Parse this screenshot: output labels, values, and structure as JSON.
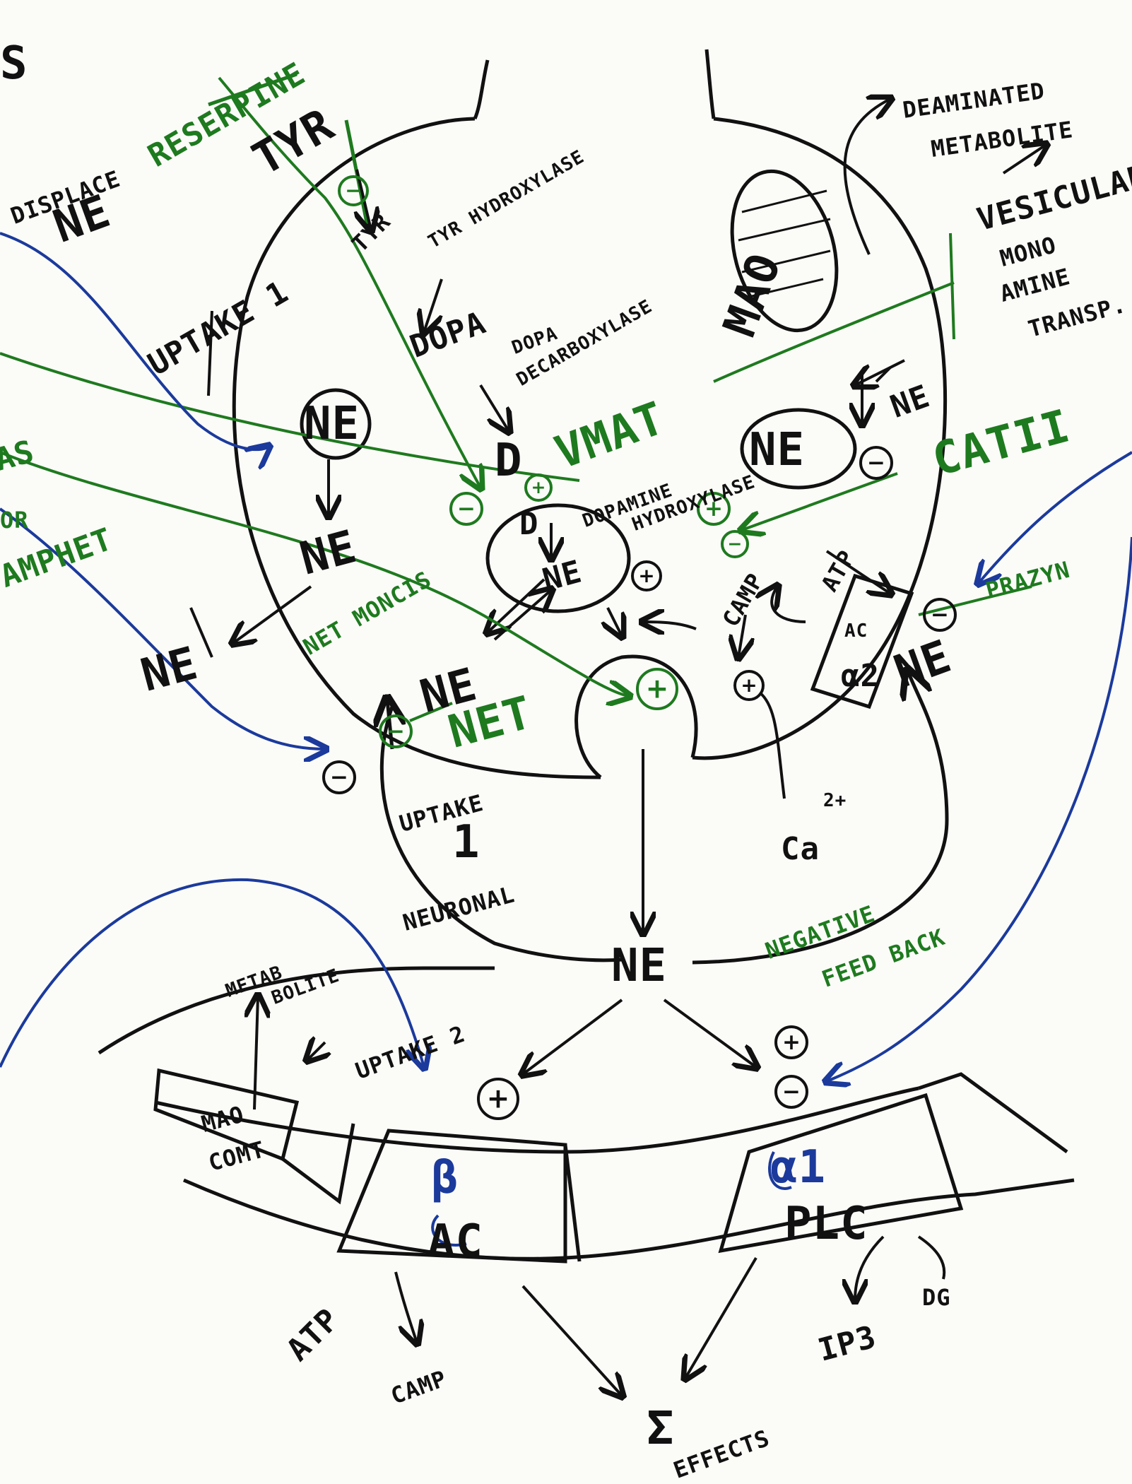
{
  "edge": {
    "top_left_s": "S",
    "displace_word": "DISPLACE",
    "displace_ne": "NE",
    "left_as": "AS",
    "left_or": "OR",
    "left_amphet": "AMPHET"
  },
  "drugs": {
    "reserpine": "RESERPINE",
    "vmat": "VMAT",
    "net": "NET",
    "net_moncis": "NET MONCIS",
    "cat2": "CATII",
    "prazosin": "PRAZYN"
  },
  "terminal": {
    "tyr_outside": "TYR",
    "tyr_inside": "TYR",
    "tyr_enzyme": "TYR HYDROXYLASE",
    "dopa": "DOPA",
    "dopa_enzyme_1": "DOPA",
    "dopa_enzyme_2": "DECARBOXYLASE",
    "d_outside": "D",
    "d_inside": "D",
    "dopamine_enzyme_1": "DOPAMINE",
    "dopamine_enzyme_2": "HYDROXYLASE",
    "ne_vesicle_inside": "NE",
    "ne_storage": "NE",
    "ne_cat2": "NE",
    "ne_uptake_circle": "NE",
    "ne_below_circle": "NE",
    "ne_left_out": "NE",
    "ne_near_net": "NE",
    "ne_right_receptor": "NE",
    "camp": "CAMP",
    "atp": "ATP",
    "a2": "α2",
    "ac_small": "AC",
    "ca": "Ca",
    "ca_charge": "2+",
    "uptake1_label": "UPTAKE 1",
    "uptake1_neuronal_1": "UPTAKE",
    "uptake1_neuronal_2": "1",
    "uptake1_neuronal_3": "NEURONAL",
    "mao": "MAO",
    "deaminated_1": "DEAMINATED",
    "deaminated_2": "METABOLITE",
    "vesicular_1": "VESICULAR",
    "vesicular_2": "MONO",
    "vesicular_3": "AMINE",
    "vesicular_4": "TRANSP."
  },
  "synapse": {
    "ne_cleft": "NE",
    "negative_feedback_1": "NEGATIVE",
    "negative_feedback_2": "FEED BACK",
    "metabolite_1": "METAB",
    "metabolite_2": "BOLITE",
    "uptake2": "UPTAKE 2",
    "mao_post": "MAO",
    "comt": "COMT"
  },
  "postsynaptic": {
    "beta": "β",
    "ac": "AC",
    "alpha1": "α1",
    "plc": "PLC",
    "atp": "ATP",
    "camp": "CAMP",
    "ip3": "IP3",
    "dg": "DG",
    "sigma": "Σ",
    "effects": "EFFECTS"
  },
  "signs": {
    "plus": "+",
    "minus": "−"
  },
  "colors": {
    "ink": "#111111",
    "green": "#1e7a1e",
    "blue": "#1b3a9c",
    "paper": "#fbfbf8"
  }
}
